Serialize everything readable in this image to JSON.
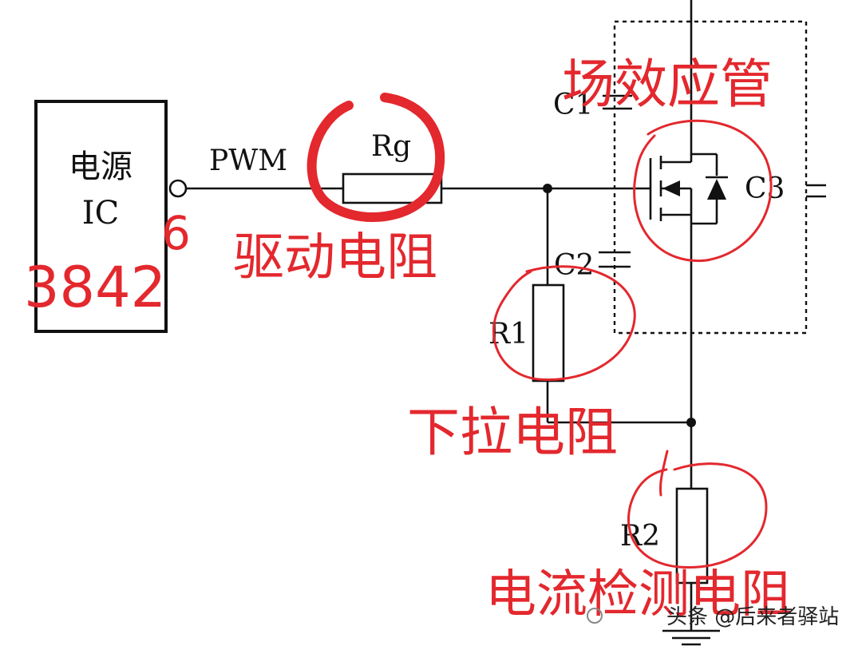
{
  "circuit": {
    "ic_label_line1": "电源",
    "ic_label_line2": "IC",
    "pwm_label": "PWM",
    "rg_label": "Rg",
    "c1_label": "C1",
    "c2_label": "C2",
    "c3_label": "C3",
    "r1_label": "R1",
    "r2_label": "R2"
  },
  "annotations": {
    "pin_number": "6",
    "ic_model": "3842",
    "drive_resistor": "驱动电阻",
    "mosfet": "场效应管",
    "pulldown_resistor": "下拉电阻",
    "current_sense_resistor": "电流检测电阻",
    "color": "#e3282e"
  },
  "watermark": {
    "text": "头条 @后来者驿站"
  }
}
